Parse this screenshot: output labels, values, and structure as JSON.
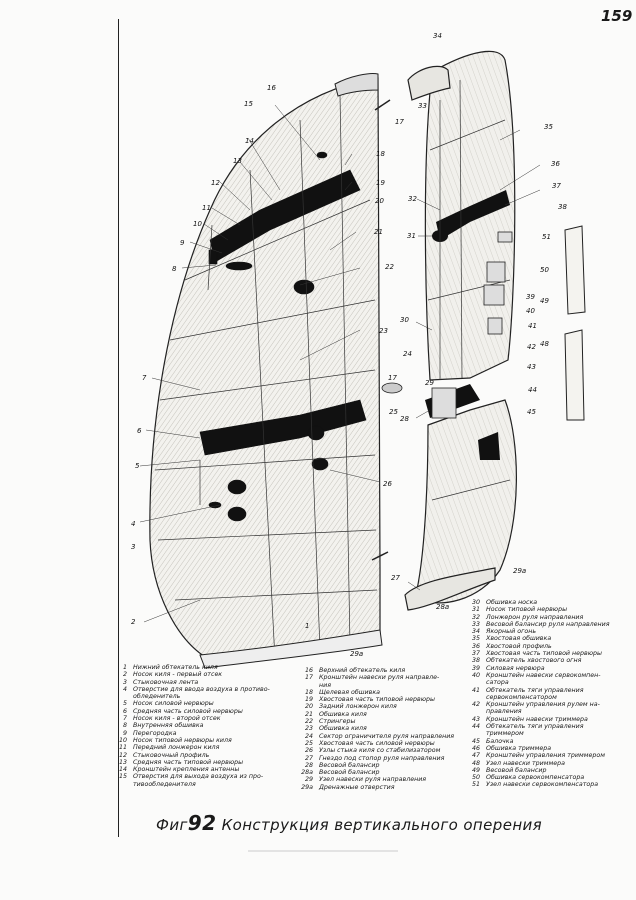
{
  "page_number": "159",
  "caption_prefix": "Фиг",
  "caption_number": "92",
  "caption_title": "Конструкция вертикального оперения",
  "callouts": [
    "34",
    "33",
    "16",
    "15",
    "17",
    "35",
    "14",
    "18",
    "13",
    "19",
    "12",
    "20",
    "36",
    "37",
    "32",
    "38",
    "11",
    "10",
    "9",
    "21",
    "31",
    "51",
    "8",
    "22",
    "50",
    "39",
    "49",
    "40",
    "30",
    "41",
    "23",
    "7",
    "48",
    "24",
    "42",
    "29",
    "43",
    "17",
    "44",
    "45",
    "6",
    "28",
    "25",
    "5",
    "26",
    "4",
    "3",
    "27",
    "29а",
    "2",
    "28а",
    "1",
    "29а"
  ],
  "legend_col1": [
    {
      "n": "1",
      "t": "Нижний обтекатель киля"
    },
    {
      "n": "2",
      "t": "Носок киля - первый отсек"
    },
    {
      "n": "3",
      "t": "Стыковочная лента"
    },
    {
      "n": "4",
      "t": "Отверстие для ввода воздуха в противо-"
    },
    {
      "n": "",
      "t": "обледенитель"
    },
    {
      "n": "5",
      "t": "Носок силовой нервюры"
    },
    {
      "n": "6",
      "t": "Средняя часть силовой нервюры"
    },
    {
      "n": "7",
      "t": "Носок киля - второй отсек"
    },
    {
      "n": "8",
      "t": "Внутренняя обшивка"
    },
    {
      "n": "9",
      "t": "Перегородка"
    },
    {
      "n": "10",
      "t": "Носок типовой нервюры киля"
    },
    {
      "n": "11",
      "t": "Передний лонжерон киля"
    },
    {
      "n": "12",
      "t": "Стыковочный профиль"
    },
    {
      "n": "13",
      "t": "Средняя часть типовой нервюры"
    },
    {
      "n": "14",
      "t": "Кронштейн крепления антенны"
    },
    {
      "n": "15",
      "t": "Отверстия для выхода воздуха из про-"
    },
    {
      "n": "",
      "t": "тивообледенителя"
    }
  ],
  "legend_col2": [
    {
      "n": "16",
      "t": "Верхний обтекатель киля"
    },
    {
      "n": "17",
      "t": "Кронштейн навески руля направле-"
    },
    {
      "n": "",
      "t": "ния"
    },
    {
      "n": "18",
      "t": "Щелевая обшивка"
    },
    {
      "n": "19",
      "t": "Хвостовая часть типовой нервюры"
    },
    {
      "n": "20",
      "t": "Задний лонжерон киля"
    },
    {
      "n": "21",
      "t": "Обшивка киля"
    },
    {
      "n": "22",
      "t": "Стрингеры"
    },
    {
      "n": "23",
      "t": "Обшивка киля"
    },
    {
      "n": "24",
      "t": "Сектор ограничителя руля направления"
    },
    {
      "n": "25",
      "t": "Хвостовая часть силовой нервюры"
    },
    {
      "n": "26",
      "t": "Узлы стыка киля со стабилизатором"
    },
    {
      "n": "27",
      "t": "Гнездо под стопор руля направления"
    },
    {
      "n": "28",
      "t": "Весовой балансир"
    },
    {
      "n": "28а",
      "t": "Весовой балансир"
    },
    {
      "n": "29",
      "t": "Узел навески руля направления"
    },
    {
      "n": "29а",
      "t": "Дренажные отверстия"
    }
  ],
  "legend_col3": [
    {
      "n": "30",
      "t": "Обшивка носка"
    },
    {
      "n": "31",
      "t": "Носок типовой нервюры"
    },
    {
      "n": "32",
      "t": "Лонжерон руля направления"
    },
    {
      "n": "33",
      "t": "Весовой балансир руля направления"
    },
    {
      "n": "34",
      "t": "Якорный огонь"
    },
    {
      "n": "35",
      "t": "Хвостовая обшивка"
    },
    {
      "n": "36",
      "t": "Хвостовой профиль"
    },
    {
      "n": "37",
      "t": "Хвостовая часть типовой нервюры"
    },
    {
      "n": "38",
      "t": "Обтекатель хвостового огня"
    },
    {
      "n": "39",
      "t": "Силовая нервюра"
    },
    {
      "n": "40",
      "t": "Кронштейн навески сервокомпен-"
    },
    {
      "n": "",
      "t": "сатора"
    },
    {
      "n": "41",
      "t": "Обтекатель тяги управления"
    },
    {
      "n": "",
      "t": "сервокомпенсатором"
    },
    {
      "n": "42",
      "t": "Кронштейн управления рулем на-"
    },
    {
      "n": "",
      "t": "правления"
    },
    {
      "n": "43",
      "t": "Кронштейн навески триммера"
    },
    {
      "n": "44",
      "t": "Обтекатель тяги управления"
    },
    {
      "n": "",
      "t": "триммером"
    },
    {
      "n": "45",
      "t": "Балочка"
    },
    {
      "n": "46",
      "t": "Обшивка триммера"
    },
    {
      "n": "47",
      "t": "Кронштейн управления триммером"
    },
    {
      "n": "48",
      "t": "Узел навески триммера"
    },
    {
      "n": "49",
      "t": "Весовой балансир"
    },
    {
      "n": "50",
      "t": "Обшивка сервокомпенсатора"
    },
    {
      "n": "51",
      "t": "Узел навески сервокомпенсатора"
    }
  ]
}
